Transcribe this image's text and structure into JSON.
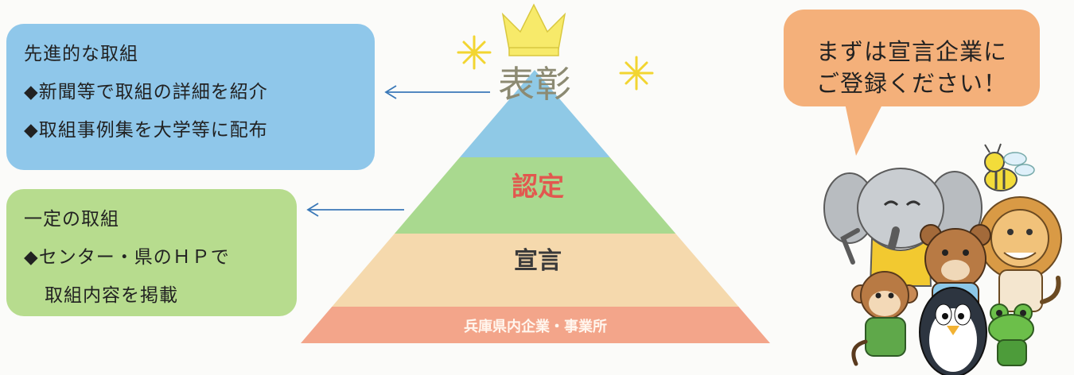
{
  "advanced_box": {
    "heading": "先進的な取組",
    "items": [
      "◆新聞等で取組の詳細を紹介",
      "◆取組事例集を大学等に配布"
    ]
  },
  "basic_box": {
    "heading": "一定の取組",
    "item_line1": "◆センター・県のＨＰで",
    "item_line2": "取組内容を掲載"
  },
  "pyramid": {
    "tiers": [
      {
        "label": "表彰",
        "color": "#8fc9e6"
      },
      {
        "label": "認定",
        "color": "#a9d98f"
      },
      {
        "label": "宣言",
        "color": "#f5d9ad"
      },
      {
        "label": "兵庫県内企業・事業所",
        "color": "#f3a58a"
      }
    ],
    "label_colors": {
      "top": "#8c8a72",
      "certify": "#e2574f",
      "declare": "#3a3a3a",
      "base": "#fff6ee"
    }
  },
  "speech_bubble": {
    "line1": "まずは宣言企業に",
    "line2": "ご登録ください！"
  },
  "colors": {
    "arrow": "#3a78b8",
    "crown": "#f7ea6a",
    "sparkle": "#f2d531",
    "bubble": "#f4b07a",
    "blue_box": "#8fc7ea",
    "green_box": "#b7dc8e"
  }
}
